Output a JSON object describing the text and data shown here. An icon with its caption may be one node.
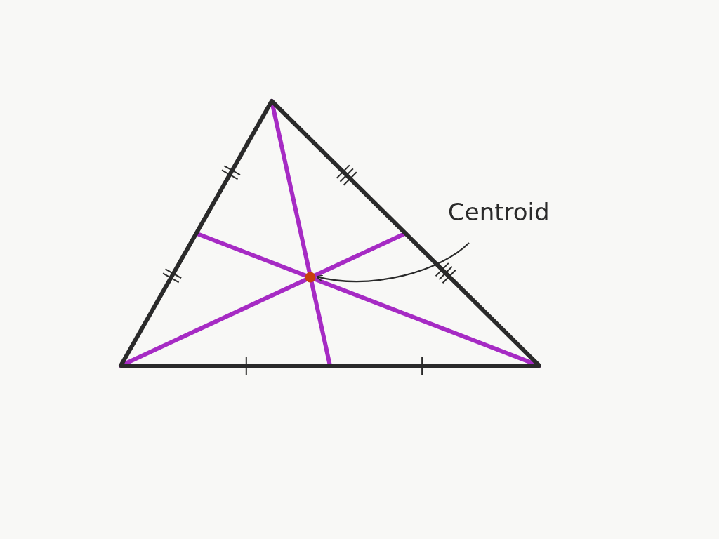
{
  "diagram": {
    "nodes": [
      {
        "text": [
          "Centroid"
        ]
      },
      {
        "text": [],
        "shape": "circle"
      }
    ],
    "edges": [
      {
        "from": 0,
        "to": 1,
        "arrow": "to"
      }
    ]
  }
}
